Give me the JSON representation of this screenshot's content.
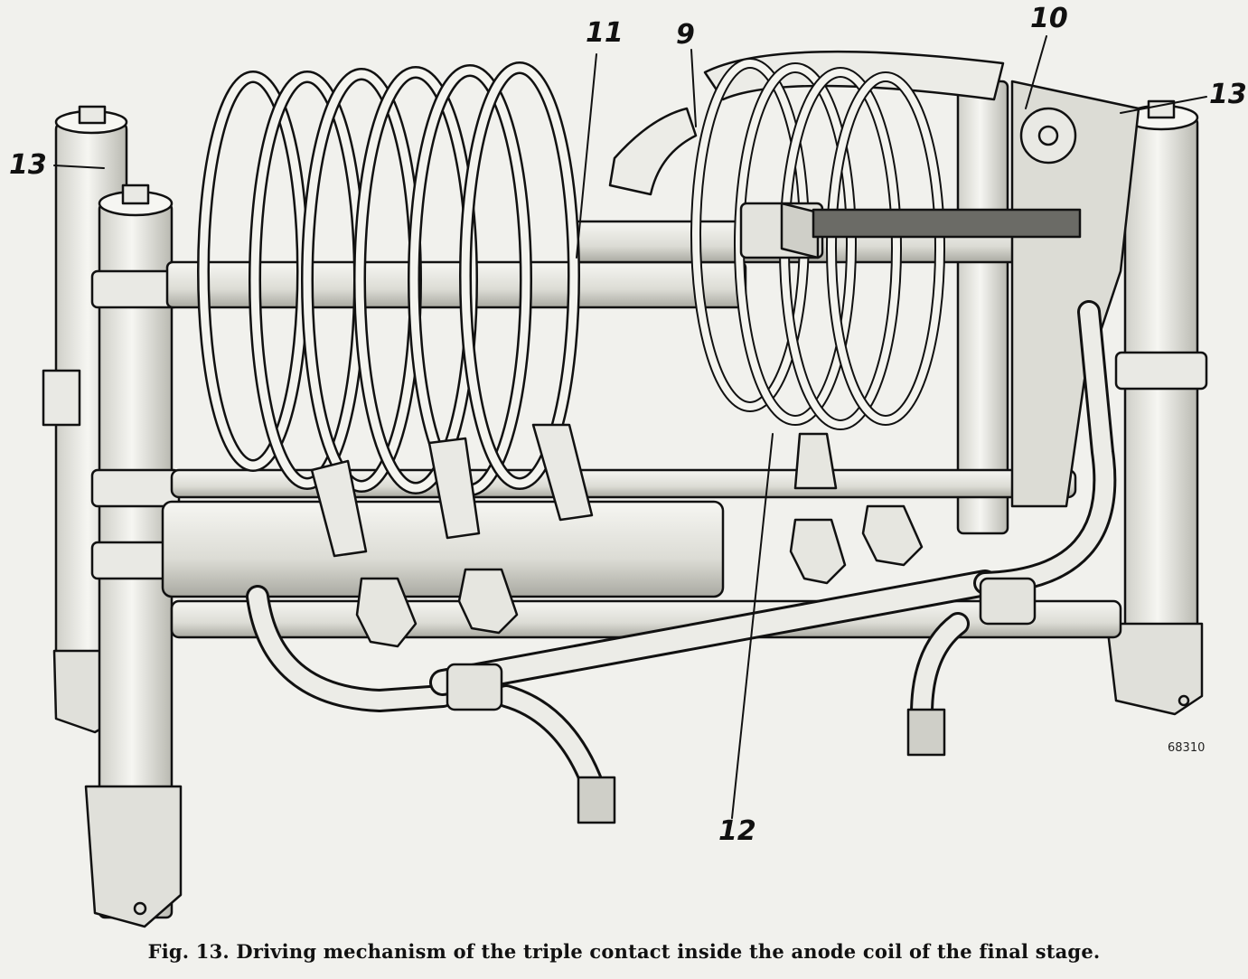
{
  "figure": {
    "caption": "Fig. 13. Driving mechanism of the triple contact inside the anode coil of the final stage.",
    "drawing_number": "68310",
    "callouts": [
      {
        "id": "label-9",
        "text": "9"
      },
      {
        "id": "label-10",
        "text": "10"
      },
      {
        "id": "label-11",
        "text": "11"
      },
      {
        "id": "label-12",
        "text": "12"
      },
      {
        "id": "label-13-left",
        "text": "13"
      },
      {
        "id": "label-13-right",
        "text": "13"
      }
    ]
  },
  "colors": {
    "background": "#f1f1ed",
    "ink": "#111111",
    "metal": "#e9e9e4",
    "shade": "#c9c9c2"
  }
}
